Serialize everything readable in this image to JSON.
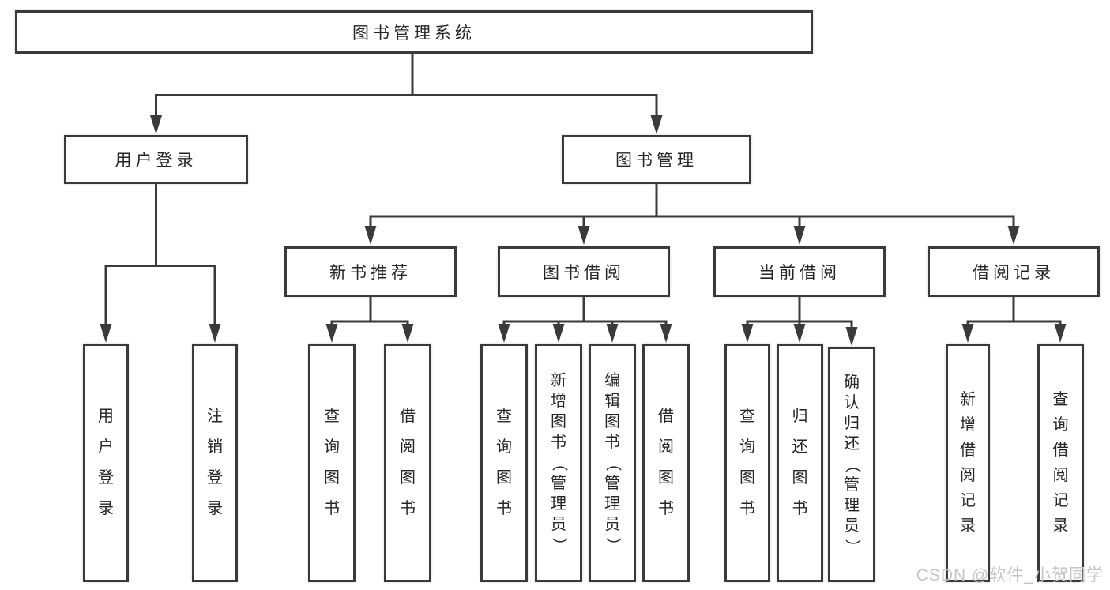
{
  "title": "图书管理系统",
  "tree": {
    "label": "图书管理系统",
    "children": [
      {
        "label": "用户登录",
        "children": [
          {
            "label": "用户登录"
          },
          {
            "label": "注销登录"
          }
        ]
      },
      {
        "label": "图书管理",
        "children": [
          {
            "label": "新书推荐",
            "children": [
              {
                "label": "查询图书"
              },
              {
                "label": "借阅图书"
              }
            ]
          },
          {
            "label": "图书借阅",
            "children": [
              {
                "label": "查询图书"
              },
              {
                "label": "新增图书（管理员）"
              },
              {
                "label": "编辑图书（管理员）"
              },
              {
                "label": "借阅图书"
              }
            ]
          },
          {
            "label": "当前借阅",
            "children": [
              {
                "label": "查询图书"
              },
              {
                "label": "归还图书"
              },
              {
                "label": "确认归还（管理员）"
              }
            ]
          },
          {
            "label": "借阅记录",
            "children": [
              {
                "label": "新增借阅记录"
              },
              {
                "label": "查询借阅记录"
              }
            ]
          }
        ]
      }
    ]
  },
  "watermark": "CSDN @软件_小贺同学",
  "colors": {
    "line": "#3a3a3a",
    "box_background": "#ffffff",
    "text": "#262626",
    "watermark": "#c4c6cb"
  }
}
